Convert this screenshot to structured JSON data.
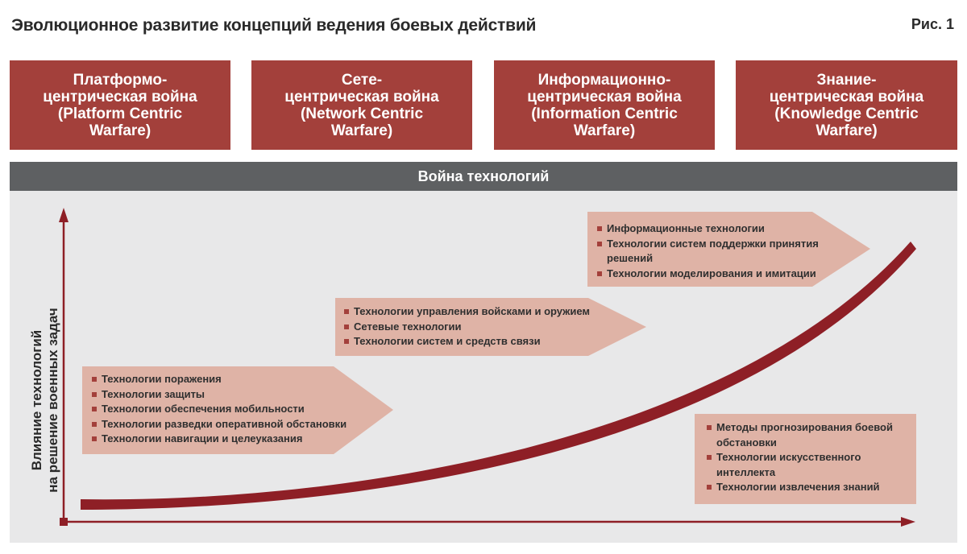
{
  "header": {
    "title": "Эволюционное развитие концепций ведения боевых действий",
    "figure_label": "Рис. 1"
  },
  "concepts": [
    {
      "label": "Платформо-\nцентрическая война\n(Platform Centric\nWarfare)"
    },
    {
      "label": "Сете-\nцентрическая война\n(Network Centric\nWarfare)"
    },
    {
      "label": "Информационно-\nцентрическая война\n(Information Centric\nWarfare)"
    },
    {
      "label": "Знание-\nцентрическая война\n(Knowledge Centric\nWarfare)"
    }
  ],
  "tech_war_label": "Война технологий",
  "y_axis_label_line1": "Влияние технологий",
  "y_axis_label_line2": "на решение военных задач",
  "stages": [
    {
      "items": [
        "Технологии поражения",
        "Технологии защиты",
        "Технологии обеспечения мобильности",
        "Технологии разведки оперативной обстановки",
        "Технологии навигации и целеуказания"
      ]
    },
    {
      "items": [
        "Технологии управления войсками и оружием",
        "Сетевые технологии",
        "Технологии систем и средств связи"
      ]
    },
    {
      "items": [
        "Информационные технологии",
        "Технологии систем поддержки принятия решений",
        "Технологии моделирования и имитации"
      ]
    },
    {
      "items": [
        "Методы прогнозирования боевой обстановки",
        "Технологии искусственного интеллекта",
        "Технологии извлечения знаний"
      ]
    }
  ],
  "colors": {
    "concept_box": "#a3403b",
    "tech_war_bar": "#5e6062",
    "panel_bg": "#e8e8e9",
    "stage_box": "#dfb3a6",
    "curve": "#8e1f26",
    "axis": "#8e1f26"
  }
}
